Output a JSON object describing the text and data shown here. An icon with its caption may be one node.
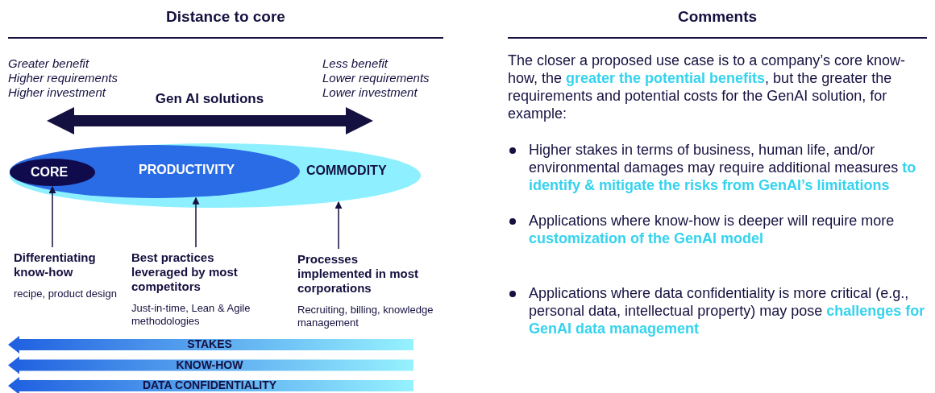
{
  "diagram": {
    "nodes": [
      {
        "text": [
          "COMMODITY"
        ]
      },
      {
        "text": [
          "PRODUCTIVITY"
        ],
        "in": 0
      },
      {
        "text": [
          "CORE"
        ],
        "in": 1
      },
      {
        "text": [
          "Differentiating know-how",
          "recipe, product design"
        ]
      },
      {
        "text": [
          "Best practices leveraged by most competitors",
          "Just-in-time, Lean & Agile methodologies"
        ]
      },
      {
        "text": [
          "Processes implemented in most corporations",
          "Recruiting, billing, knowledge management"
        ]
      }
    ],
    "edges": [
      {
        "from": 3,
        "to": 2,
        "arrow": "to"
      },
      {
        "from": 4,
        "to": 1,
        "arrow": "to"
      },
      {
        "from": 5,
        "to": 0,
        "arrow": "to"
      }
    ],
    "labels": [
      "Distance to core",
      "Comments",
      "Greater benefit",
      "Higher requirements",
      "Higher investment",
      "Less benefit",
      "Lower requirements",
      "Lower investment",
      "Gen AI solutions",
      "The closer a proposed use case is to a company’s core know-how, the **greater the potential benefits**, but the greater the requirements and potential costs for the GenAI solution, for example:",
      "Higher stakes in terms of business, human life, and/or environmental damages may require additional measures **to identify & mitigate the risks from GenAI’s limitations**",
      "Applications where know-how is deeper will require more **customization of the GenAI model**",
      "Applications where data confidentiality is more critical (e.g., personal data, intellectual property) may pose **challenges for GenAI data management**",
      "STAKES",
      "KNOW-HOW",
      "DATA CONFIDENTIALITY"
    ]
  }
}
